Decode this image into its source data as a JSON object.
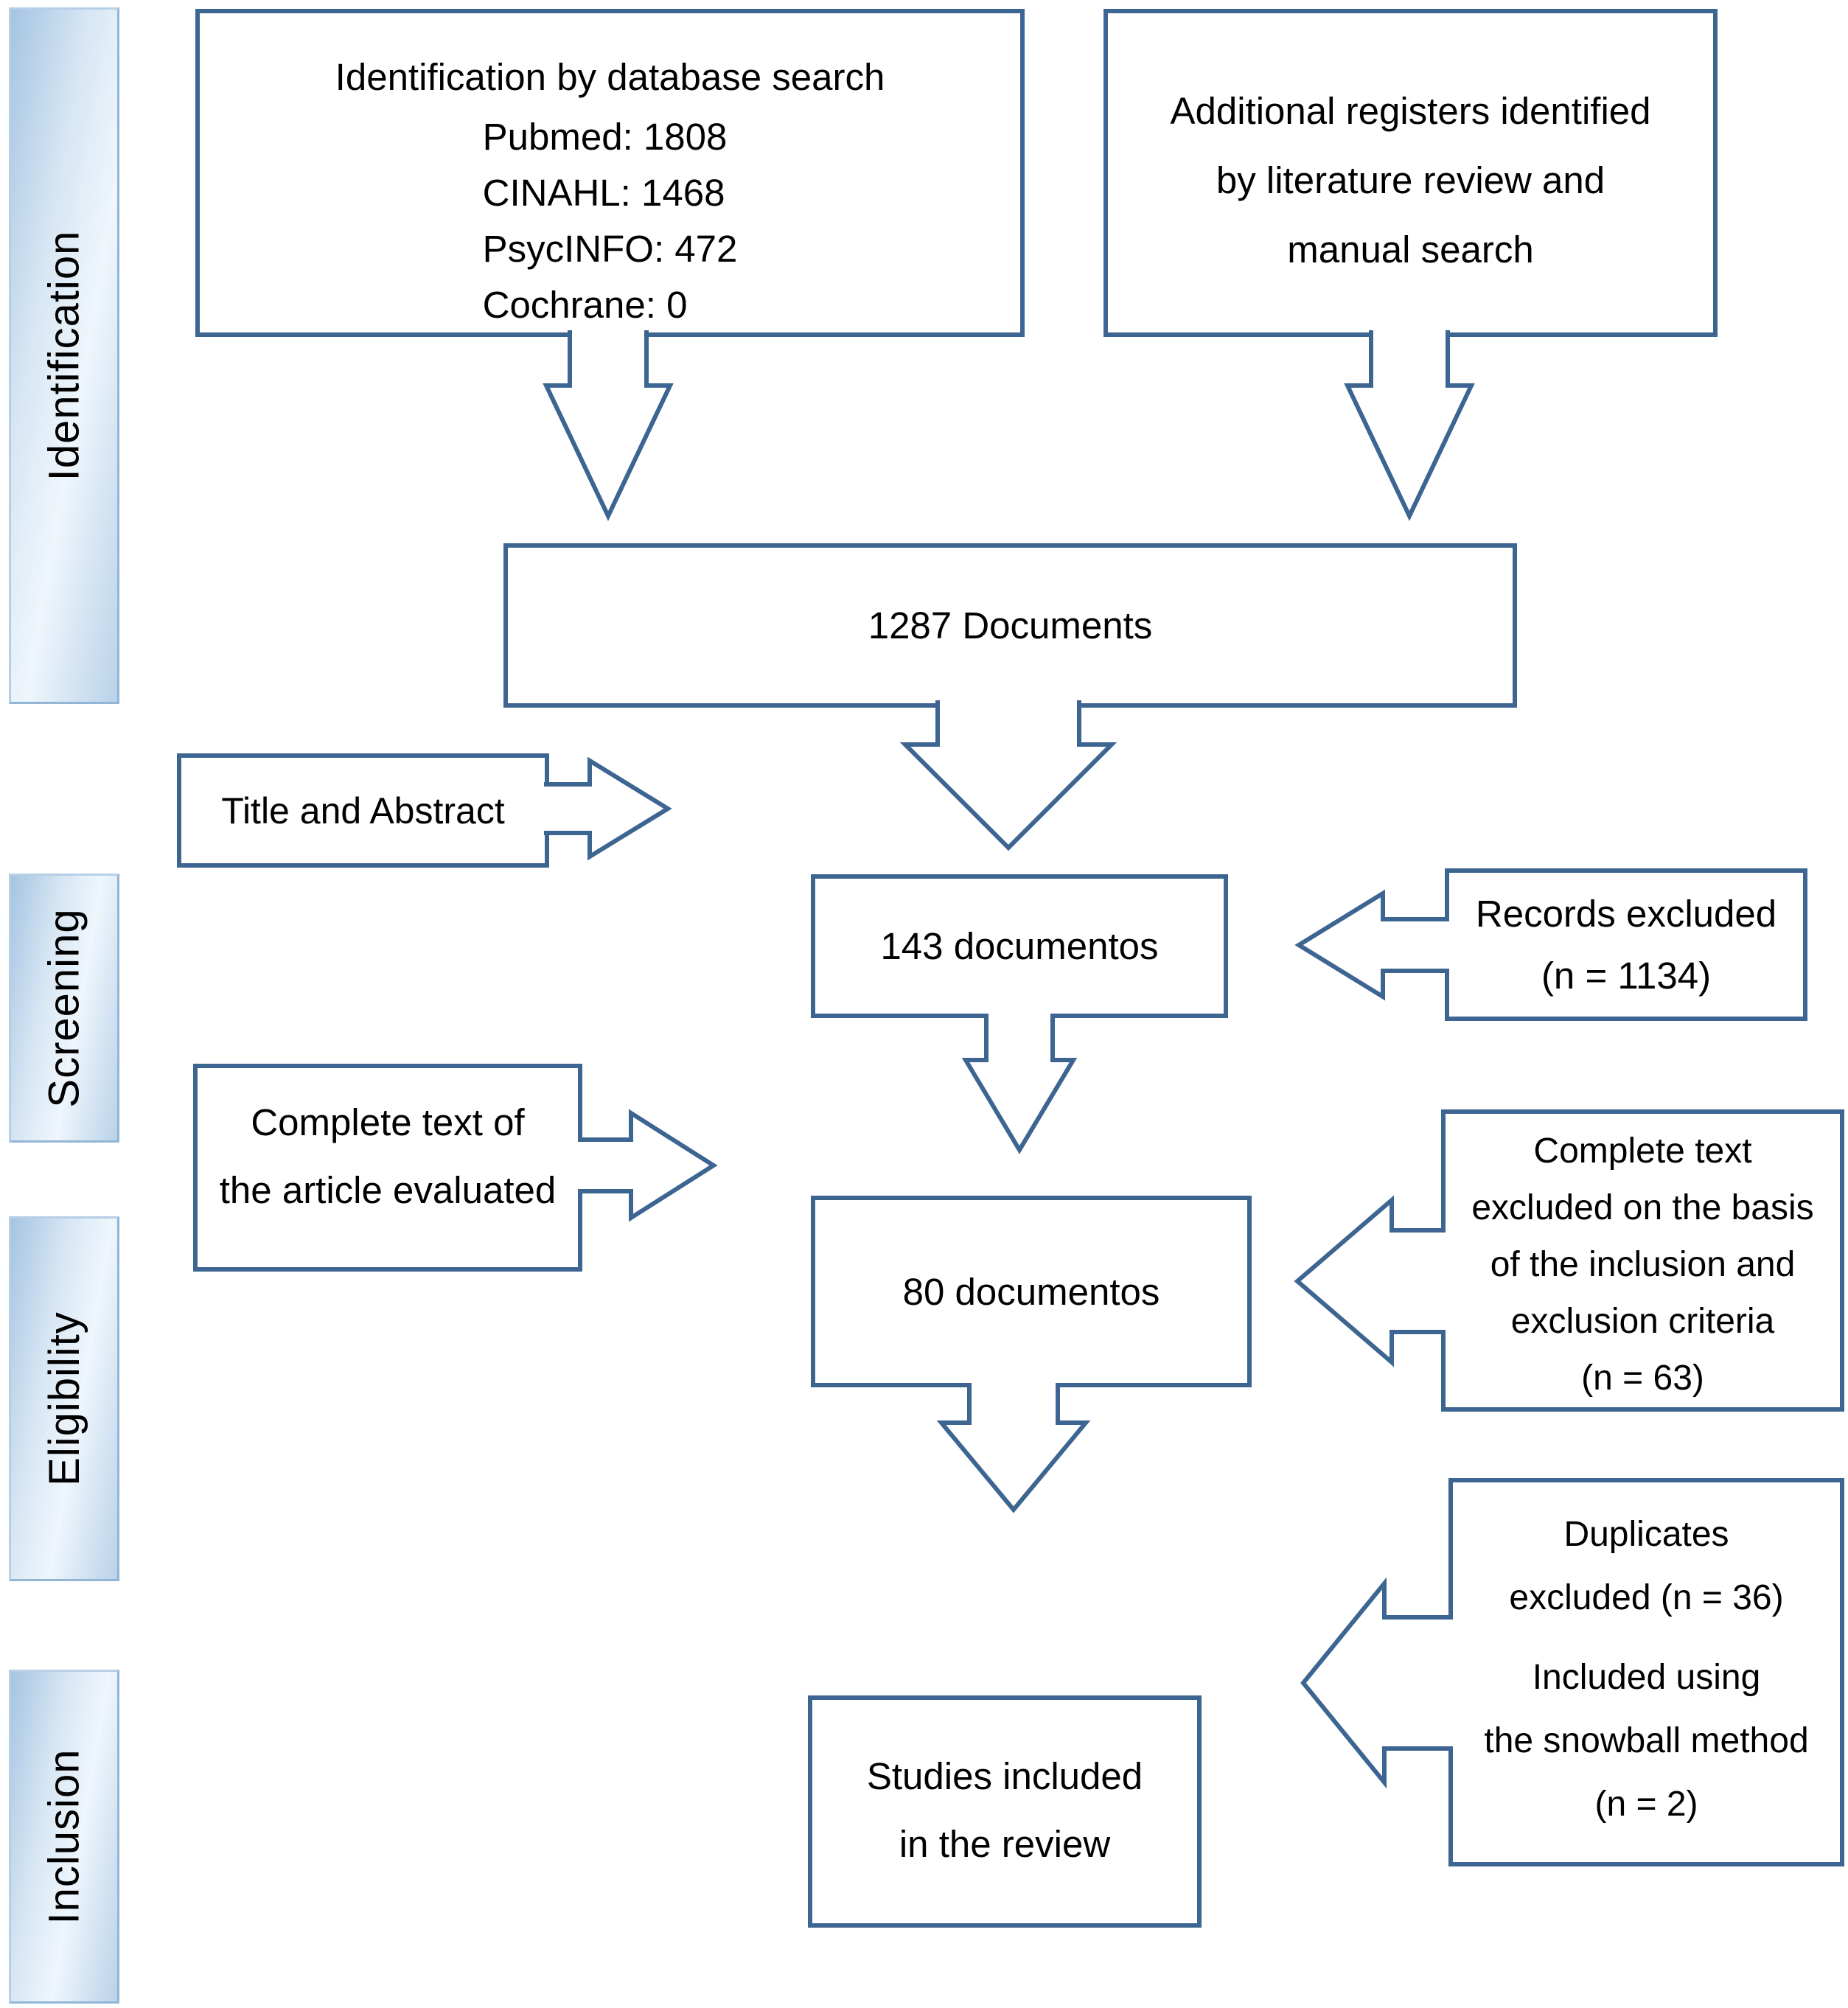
{
  "colors": {
    "line": "#3d6591",
    "sidebar_fill_dark": "#a5c4e2",
    "sidebar_fill_light": "#eff6fc",
    "text": "#000000",
    "box_background": "#ffffff"
  },
  "stages": [
    {
      "label": "Identification"
    },
    {
      "label": "Screening"
    },
    {
      "label": "Eligibility"
    },
    {
      "label": "Inclusion"
    }
  ],
  "boxes": {
    "database_search": {
      "title": "Identification by database search",
      "lines": [
        "Pubmed: 1808",
        "CINAHL: 1468",
        "PsycINFO: 472",
        "Cochrane: 0"
      ]
    },
    "additional_registers": {
      "lines": [
        "Additional registers identified",
        "by literature review and",
        "manual search"
      ]
    },
    "documents_1287": {
      "label": "1287 Documents"
    },
    "title_abstract": {
      "label": "Title and Abstract"
    },
    "documents_143": {
      "label": "143 documentos"
    },
    "records_excluded": {
      "lines": [
        "Records excluded",
        "(n = 1134)"
      ]
    },
    "complete_text_evaluated": {
      "lines": [
        "Complete text of",
        "the article evaluated"
      ]
    },
    "documents_80": {
      "label": "80 documentos"
    },
    "complete_text_excluded": {
      "lines": [
        "Complete text",
        "excluded on the basis",
        "of the inclusion and",
        "exclusion criteria",
        "(n = 63)"
      ]
    },
    "duplicates_snowball": {
      "para1": [
        "Duplicates",
        "excluded (n = 36)"
      ],
      "para2": [
        "Included using",
        "the snowball method",
        "(n = 2)"
      ]
    },
    "studies_included": {
      "lines": [
        "Studies included",
        "in the review"
      ]
    }
  }
}
